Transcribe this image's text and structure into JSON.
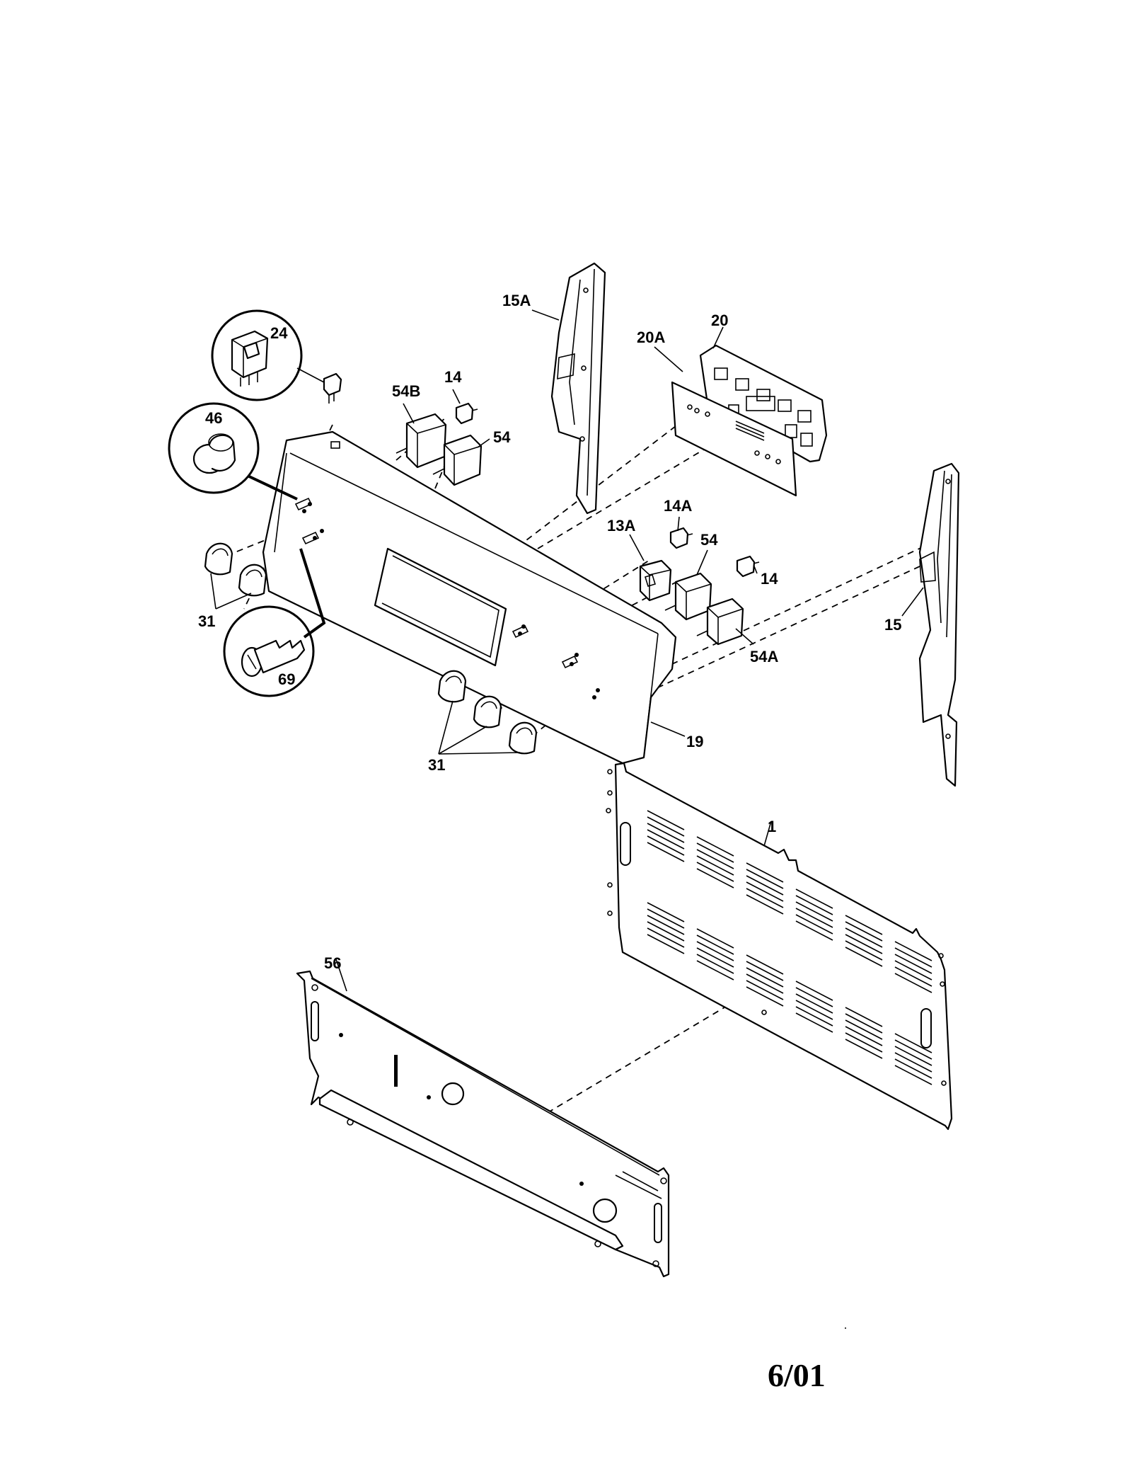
{
  "callouts": {
    "c15A": "15A",
    "c20": "20",
    "c20A": "20A",
    "c24": "24",
    "c14_top": "14",
    "c54B": "54B",
    "c54_top": "54",
    "c46": "46",
    "c31_left": "31",
    "c69": "69",
    "c14A": "14A",
    "c13A": "13A",
    "c54_mid": "54",
    "c14_mid": "14",
    "c54A": "54A",
    "c15": "15",
    "c19": "19",
    "c31_bottom": "31",
    "c1": "1",
    "c56": "56"
  },
  "footer": {
    "date": "6/01"
  }
}
